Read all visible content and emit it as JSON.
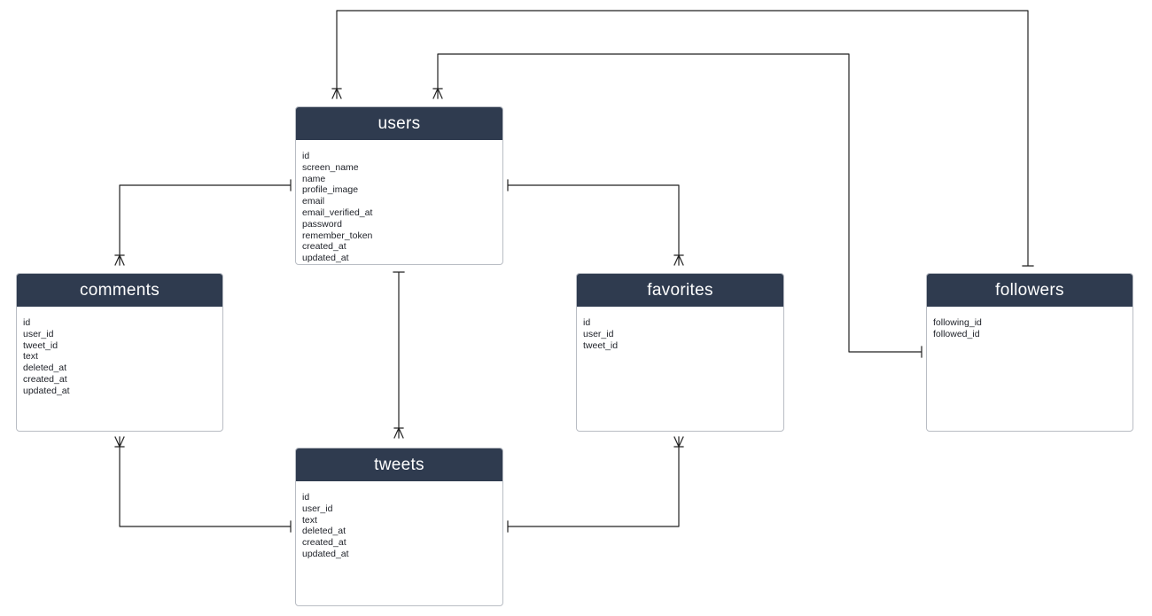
{
  "colors": {
    "header_bg": "#2f3b4f",
    "line": "#222222"
  },
  "entities": {
    "users": {
      "name": "users",
      "fields": [
        "id",
        "screen_name",
        "name",
        "profile_image",
        "email",
        "email_verified_at",
        "password",
        "remember_token",
        "created_at",
        "updated_at"
      ]
    },
    "comments": {
      "name": "comments",
      "fields": [
        "id",
        "user_id",
        "tweet_id",
        "text",
        "deleted_at",
        "created_at",
        "updated_at"
      ]
    },
    "favorites": {
      "name": "favorites",
      "fields": [
        "id",
        "user_id",
        "tweet_id"
      ]
    },
    "followers": {
      "name": "followers",
      "fields": [
        "following_id",
        "followed_id"
      ]
    },
    "tweets": {
      "name": "tweets",
      "fields": [
        "id",
        "user_id",
        "text",
        "deleted_at",
        "created_at",
        "updated_at"
      ]
    }
  },
  "relationships": [
    {
      "from": "users",
      "to": "comments",
      "from_end": "one",
      "to_end": "many"
    },
    {
      "from": "users",
      "to": "favorites",
      "from_end": "one",
      "to_end": "many"
    },
    {
      "from": "users",
      "to": "tweets",
      "from_end": "one",
      "to_end": "many"
    },
    {
      "from": "tweets",
      "to": "comments",
      "from_end": "one",
      "to_end": "many"
    },
    {
      "from": "tweets",
      "to": "favorites",
      "from_end": "one",
      "to_end": "many"
    },
    {
      "from": "followers",
      "to": "users",
      "from_end": "one",
      "to_end": "many",
      "via": "followed_id"
    },
    {
      "from": "followers",
      "to": "users",
      "from_end": "one",
      "to_end": "many",
      "via": "following_id"
    }
  ]
}
